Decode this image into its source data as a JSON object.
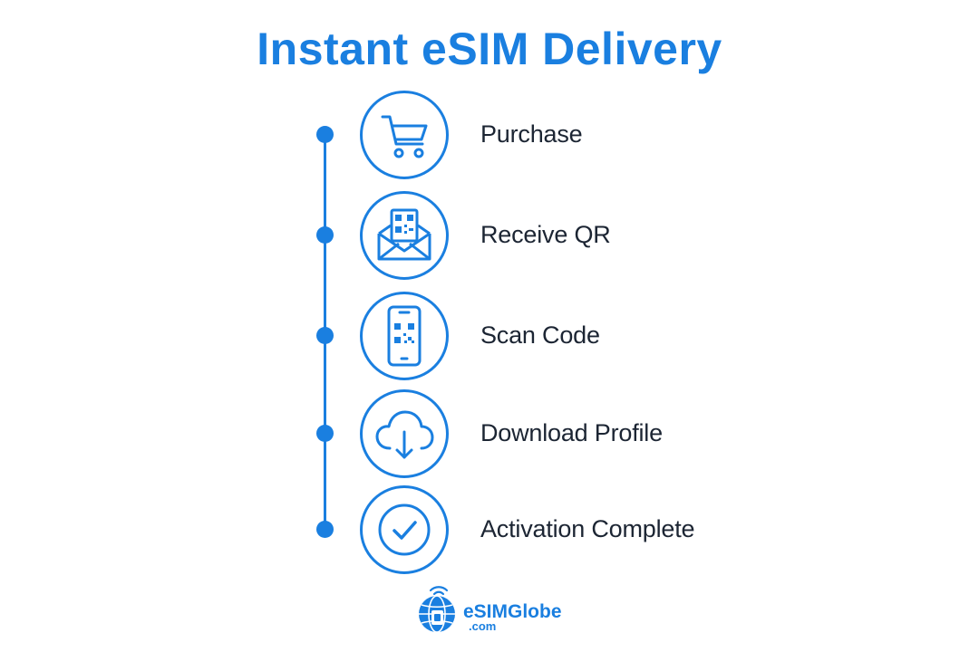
{
  "title": "Instant eSIM Delivery",
  "accent_color": "#1a7fe0",
  "steps": [
    {
      "label": "Purchase",
      "icon": "shopping-cart-icon"
    },
    {
      "label": "Receive QR",
      "icon": "envelope-qr-icon"
    },
    {
      "label": "Scan Code",
      "icon": "phone-qr-icon"
    },
    {
      "label": "Download Profile",
      "icon": "cloud-download-icon"
    },
    {
      "label": "Activation Complete",
      "icon": "checkmark-icon"
    }
  ],
  "logo": {
    "name": "eSIMGlobe",
    "domain": ".com",
    "icon": "globe-sim-icon"
  }
}
